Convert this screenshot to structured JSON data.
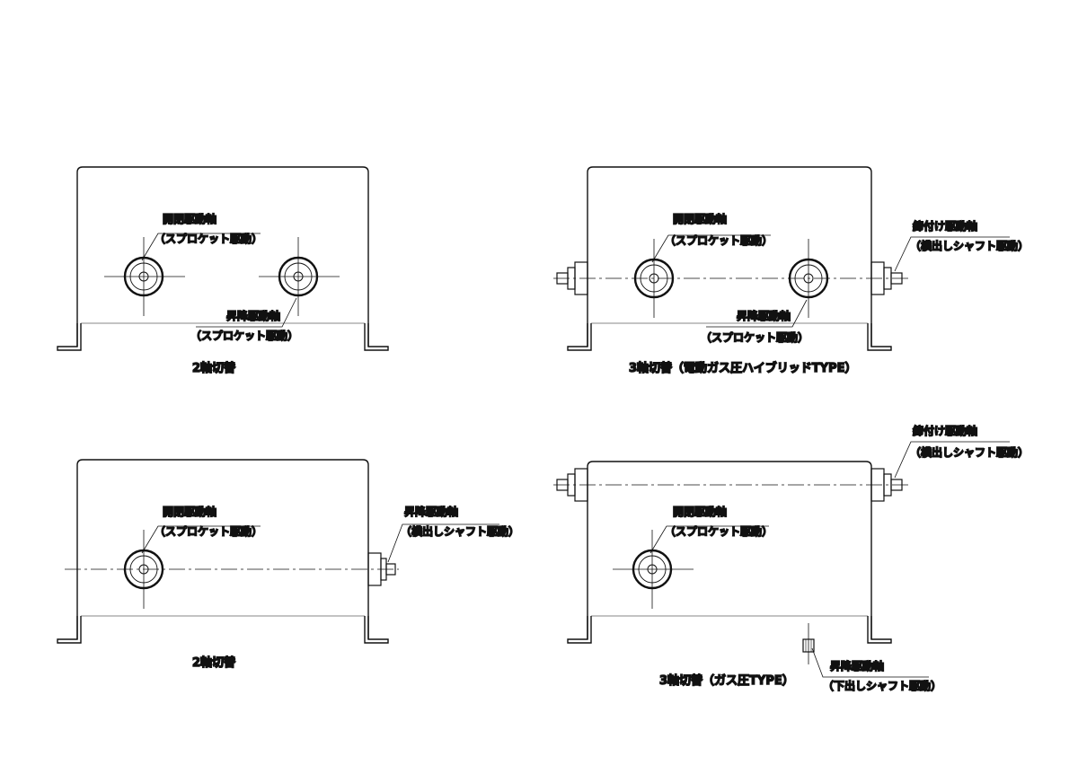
{
  "colors": {
    "ink": "#111111",
    "paper": "#ffffff"
  },
  "diagrams": [
    {
      "caption": "2軸切替",
      "labels": [
        {
          "line1": "開閉駆動軸",
          "line2": "（スプロケット駆動）"
        },
        {
          "line1": "昇降駆動軸",
          "line2": "（スプロケット駆動）"
        }
      ]
    },
    {
      "caption": "3軸切替（電動ガス圧ハイブリッドTYPE）",
      "labels": [
        {
          "line1": "開閉駆動軸",
          "line2": "（スプロケット駆動）"
        },
        {
          "line1": "締付け駆動軸",
          "line2": "（横出しシャフト駆動）"
        },
        {
          "line1": "昇降駆動軸",
          "line2": "（スプロケット駆動）"
        }
      ]
    },
    {
      "caption": "2軸切替",
      "labels": [
        {
          "line1": "開閉駆動軸",
          "line2": "（スプロケット駆動）"
        },
        {
          "line1": "昇降駆動軸",
          "line2": "（横出しシャフト駆動）"
        }
      ]
    },
    {
      "caption": "3軸切替（ガス圧TYPE）",
      "labels": [
        {
          "line1": "締付け駆動軸",
          "line2": "（横出しシャフト駆動）"
        },
        {
          "line1": "開閉駆動軸",
          "line2": "（スプロケット駆動）"
        },
        {
          "line1": "昇降駆動軸",
          "line2": "（下出しシャフト駆動）"
        }
      ]
    }
  ]
}
